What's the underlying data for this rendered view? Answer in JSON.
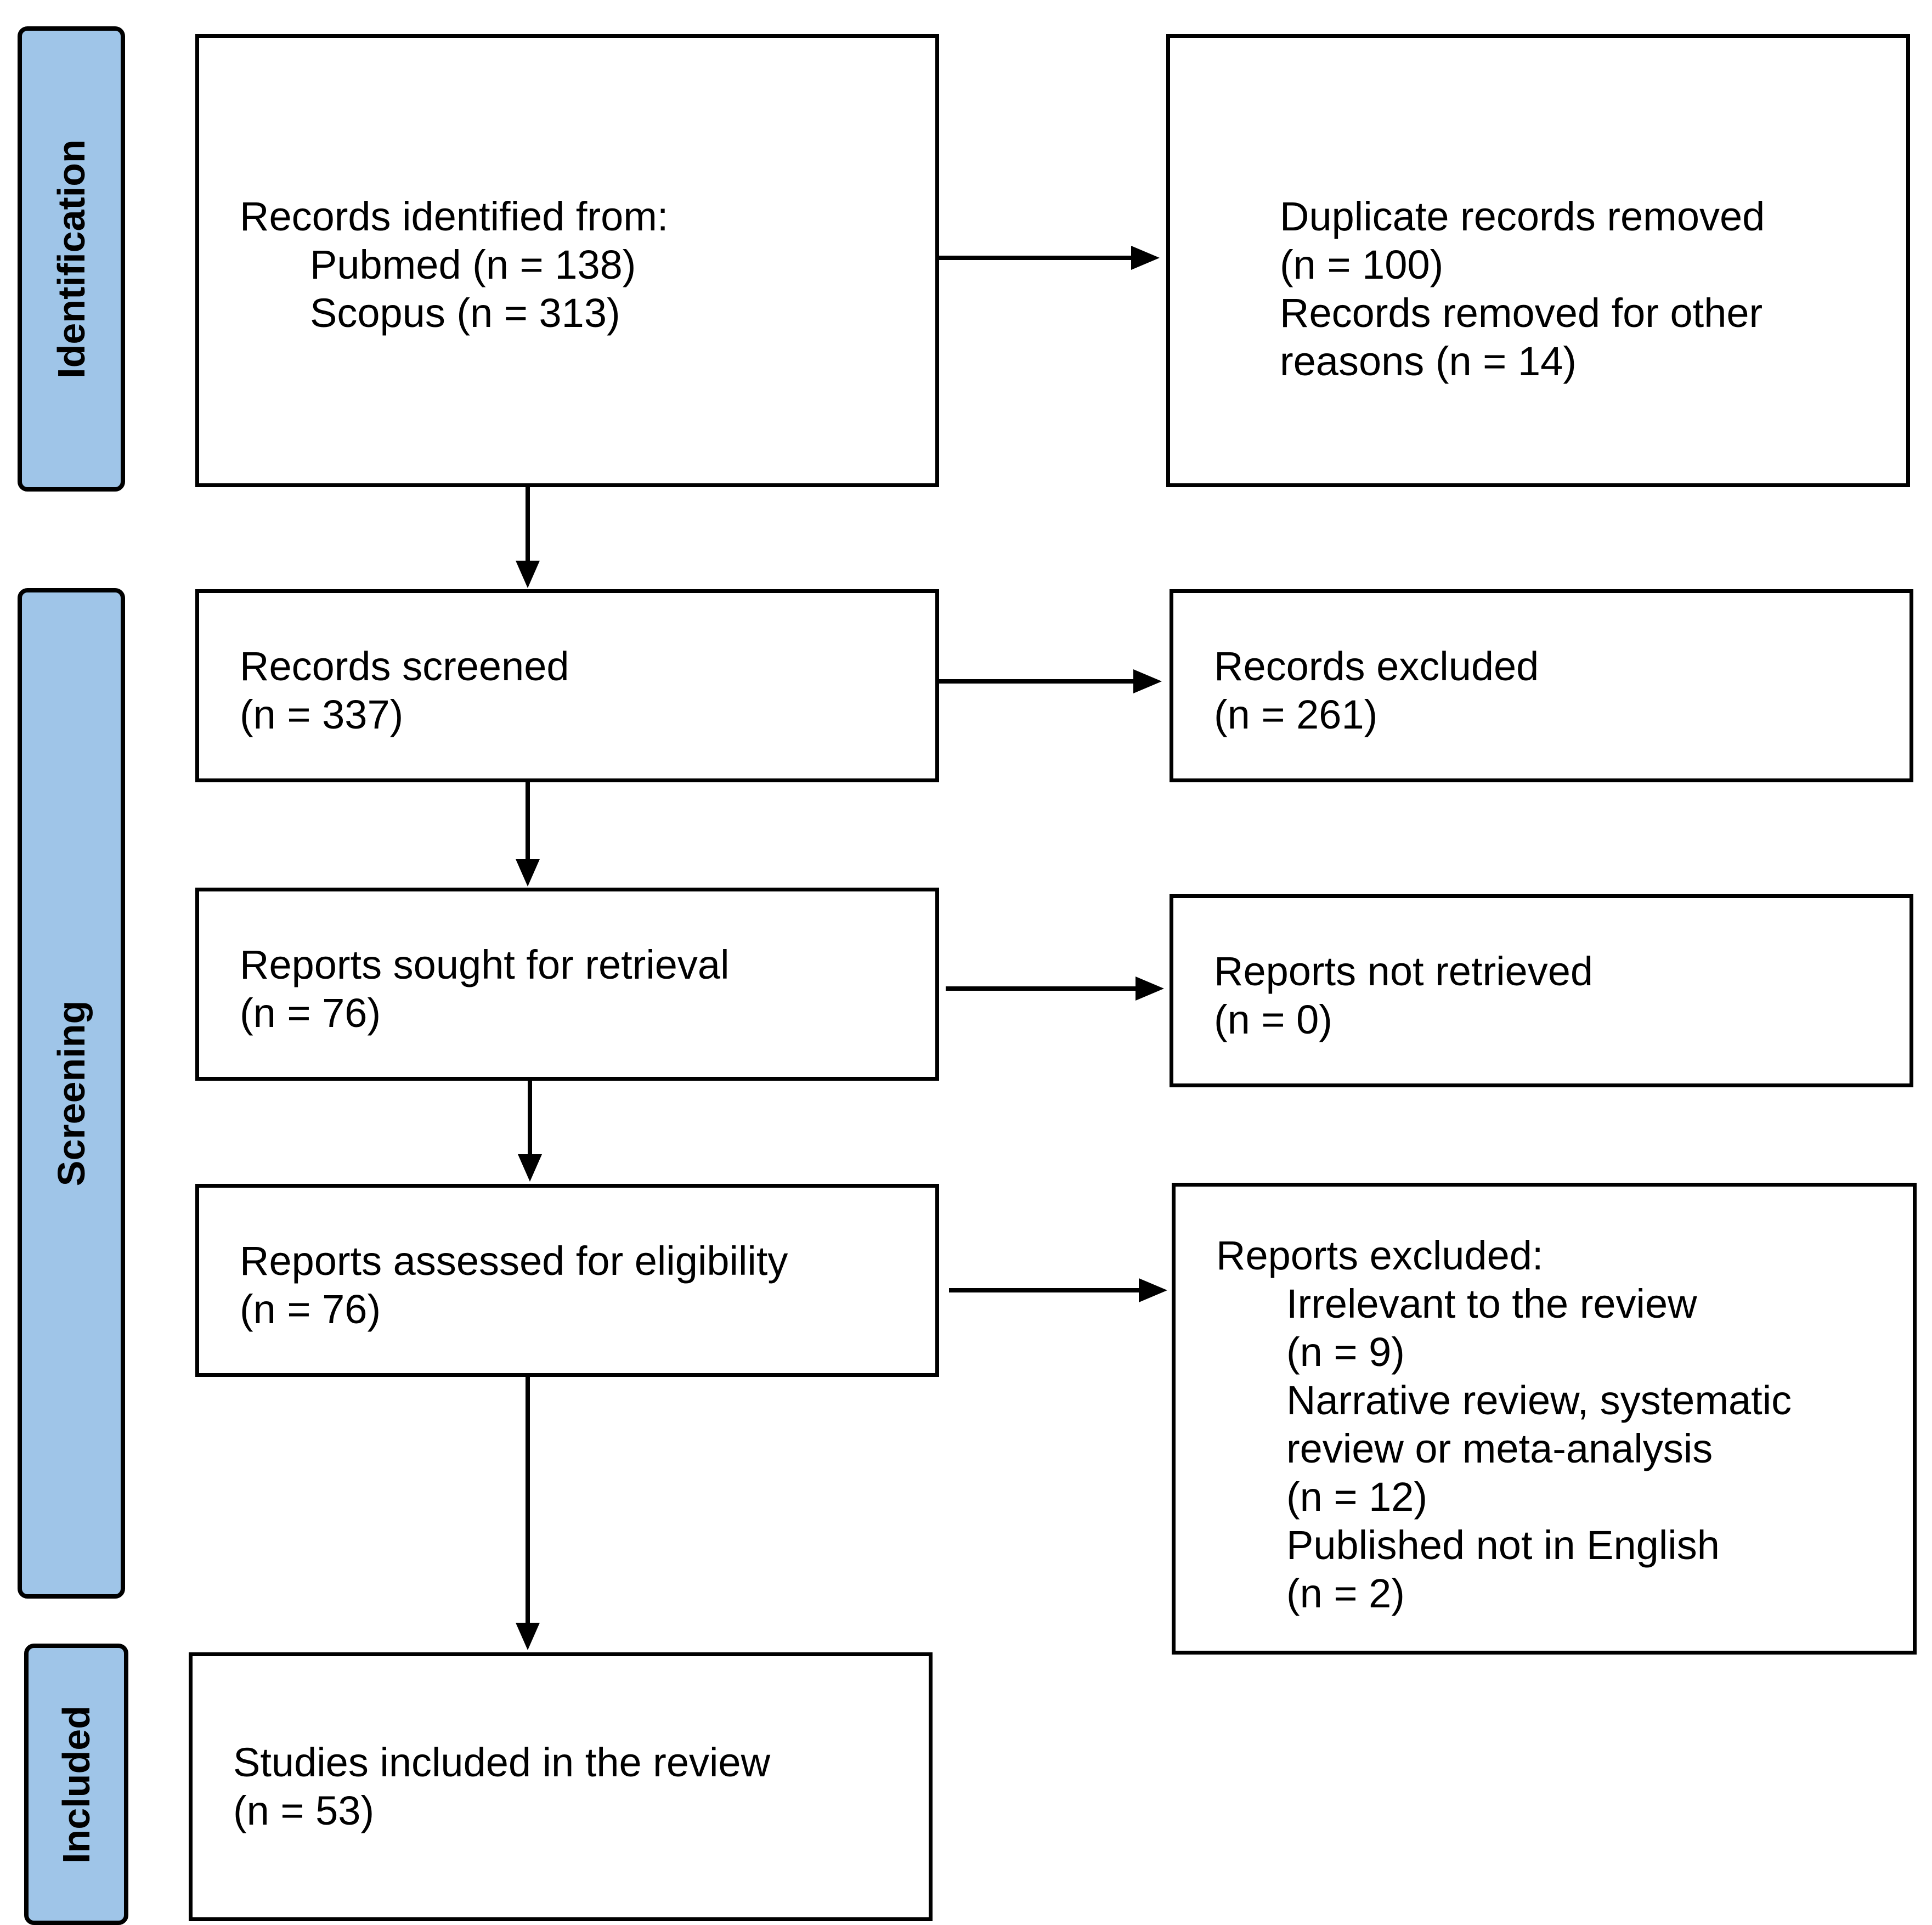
{
  "phases": {
    "identification": "Identification",
    "screening": "Screening",
    "included": "Included"
  },
  "identified": {
    "heading": "Records identified from:",
    "pubmed": "Pubmed (n = 138)",
    "scopus": "Scopus (n = 313)"
  },
  "removed": {
    "line1": "Duplicate records removed",
    "line2": "(n = 100)",
    "line3": "Records removed for other",
    "line4": "reasons (n = 14)"
  },
  "screened": {
    "title": "Records screened",
    "count": "(n = 337)"
  },
  "excluded_records": {
    "title": "Records excluded",
    "count": "(n = 261)"
  },
  "sought": {
    "title": "Reports sought for retrieval",
    "count": "(n = 76)"
  },
  "not_retrieved": {
    "title": "Reports not retrieved",
    "count": "(n = 0)"
  },
  "assessed": {
    "title": "Reports assessed for eligibility",
    "count": "(n = 76)"
  },
  "reports_excluded": {
    "heading": "Reports excluded:",
    "reasons": [
      "Irrelevant to the review",
      "(n = 9)",
      "Narrative review, systematic",
      "review or meta-analysis",
      "(n = 12)",
      "Published not in English",
      "(n = 2)"
    ]
  },
  "included": {
    "title": "Studies included in the review",
    "count": "(n = 53)"
  }
}
